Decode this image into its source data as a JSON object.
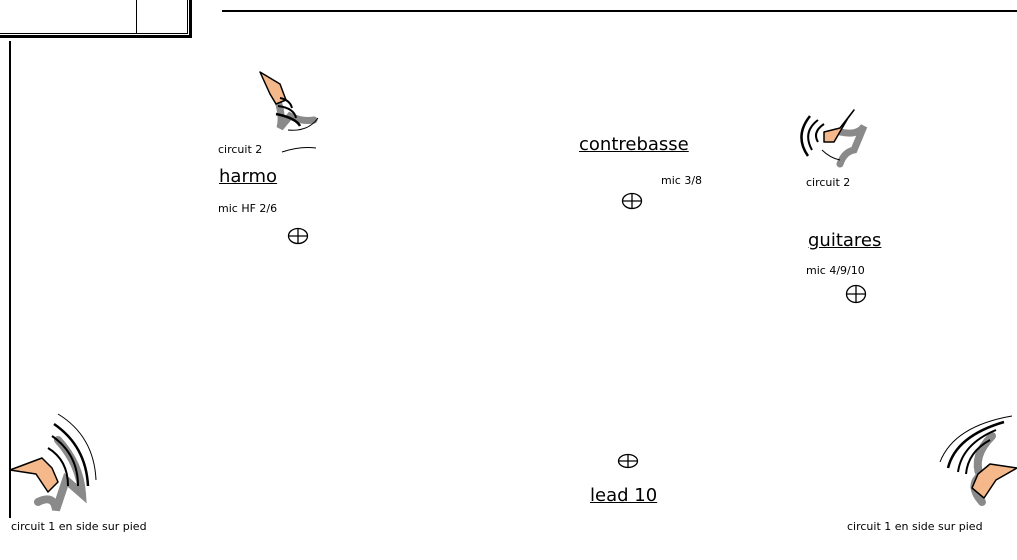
{
  "labels": {
    "harmo": "harmo",
    "harmo_mic": "mic HF  2/6",
    "harmo_circuit": "circuit 2",
    "contrebasse": "contrebasse",
    "contrebasse_mic": "mic  3/8",
    "guitares": "guitares",
    "guitares_mic": "mic 4/9/10",
    "guitares_circuit": "circuit 2",
    "lead": "lead 10",
    "side_left": "circuit 1 en side sur pied",
    "side_right": "circuit 1 en side sur pied"
  },
  "icons": {
    "monitor": "speaker-icon",
    "mic": "mic-symbol-icon"
  },
  "colors": {
    "speaker_fill": "#f5b88a",
    "shadow": "#8a8a8a",
    "line": "#000000"
  }
}
